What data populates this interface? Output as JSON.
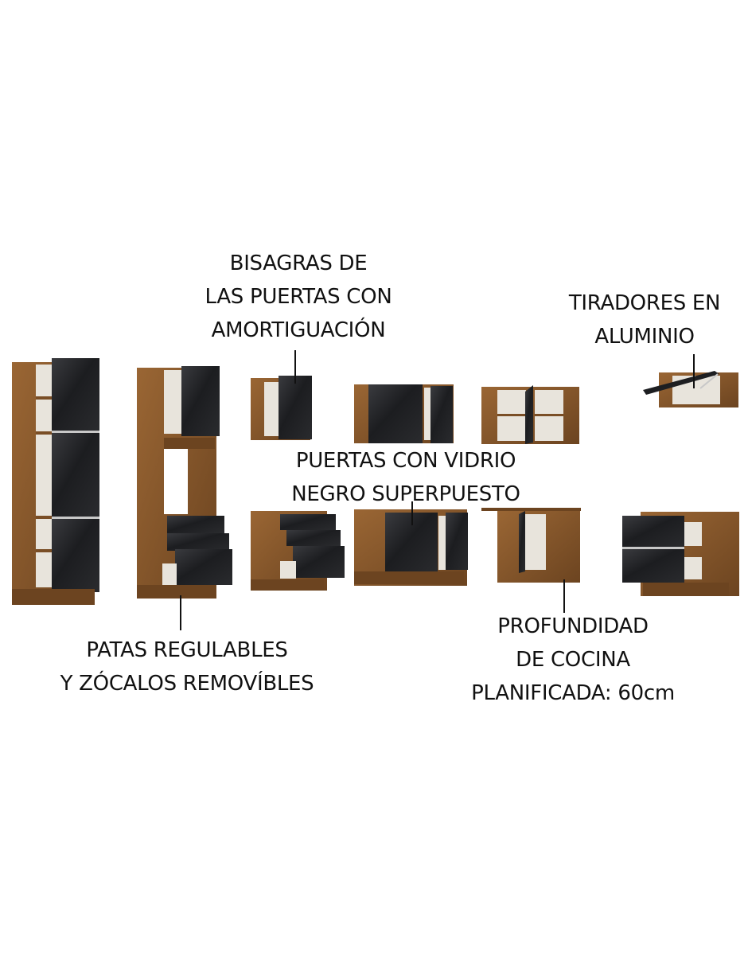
{
  "callouts": {
    "hinges": {
      "lines": [
        "BISAGRAS DE",
        "LAS PUERTAS CON",
        "AMORTIGUACIÓN"
      ]
    },
    "handles": {
      "lines": [
        "TIRADORES EN",
        "ALUMINIO"
      ]
    },
    "glass": {
      "lines": [
        "PUERTAS CON VIDRIO",
        "NEGRO SUPERPUESTO"
      ]
    },
    "legs": {
      "lines": [
        "PATAS REGULABLES",
        "Y ZÓCALOS REMOVÍBLES"
      ]
    },
    "depth": {
      "lines": [
        "PROFUNDIDAD",
        "DE COCINA",
        "PLANIFICADA: 60cm"
      ]
    }
  },
  "colors": {
    "wood": "#8a5a2e",
    "wood_dark": "#5e3a1a",
    "glass_black": "#1e1f22",
    "interior": "#e8e4dc",
    "handle": "#c8c8c8",
    "line": "#111111"
  }
}
